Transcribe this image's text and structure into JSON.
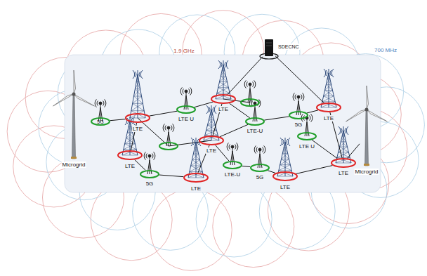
{
  "diagram": {
    "nodes": [
      {
        "text": [
          "Microgrid"
        ]
      },
      {
        "text": [
          "5G"
        ]
      },
      {
        "text": [
          "LTE"
        ]
      },
      {
        "text": [
          "LTE U"
        ]
      },
      {
        "text": [
          "LTE"
        ]
      },
      {
        "text": [
          "SDECNC"
        ]
      },
      {
        "text": [
          "LTE-U"
        ]
      },
      {
        "text": [
          "5G"
        ]
      },
      {
        "text": [
          "LTE"
        ]
      },
      {
        "text": [
          "Microgrid"
        ]
      },
      {
        "text": [
          "LTE"
        ]
      },
      {
        "text": [
          "5G"
        ]
      },
      {
        "text": [
          "LTE"
        ]
      },
      {
        "text": [
          "LTE U"
        ]
      },
      {
        "text": [
          "LTE"
        ]
      },
      {
        "text": [
          "LTE-U"
        ]
      },
      {
        "text": [
          "5G"
        ]
      },
      {
        "text": [
          "LTE"
        ]
      },
      {
        "text": [
          "LTE"
        ]
      }
    ],
    "edges": [
      {
        "from": 1,
        "to": 2,
        "arrow": "none"
      },
      {
        "from": 2,
        "to": 3,
        "arrow": "none"
      },
      {
        "from": 3,
        "to": 4,
        "arrow": "none"
      },
      {
        "from": 4,
        "to": 5,
        "arrow": "none"
      },
      {
        "from": 5,
        "to": 8,
        "arrow": "none"
      },
      {
        "from": 4,
        "to": 6,
        "arrow": "none"
      },
      {
        "from": 6,
        "to": 7,
        "arrow": "none"
      },
      {
        "from": 7,
        "to": 8,
        "arrow": "none"
      },
      {
        "from": 4,
        "to": 12,
        "arrow": "none"
      },
      {
        "from": 2,
        "to": 10,
        "arrow": "none"
      },
      {
        "from": 10,
        "to": 11,
        "arrow": "none"
      },
      {
        "from": 11,
        "to": 14,
        "arrow": "none"
      },
      {
        "from": 12,
        "to": 14,
        "arrow": "none"
      },
      {
        "from": 12,
        "to": 15,
        "arrow": "none"
      },
      {
        "from": 15,
        "to": 16,
        "arrow": "none"
      },
      {
        "from": 16,
        "to": 17,
        "arrow": "none"
      },
      {
        "from": 17,
        "to": 18,
        "arrow": "none"
      },
      {
        "from": 8,
        "to": 18,
        "arrow": "none"
      },
      {
        "from": 18,
        "to": 9,
        "arrow": "none"
      },
      {
        "from": 13,
        "to": 18,
        "arrow": "none"
      },
      {
        "from": 12,
        "to": 6,
        "arrow": "none"
      }
    ],
    "labels": [
      "1.9 GHz",
      "700 MHz"
    ]
  }
}
